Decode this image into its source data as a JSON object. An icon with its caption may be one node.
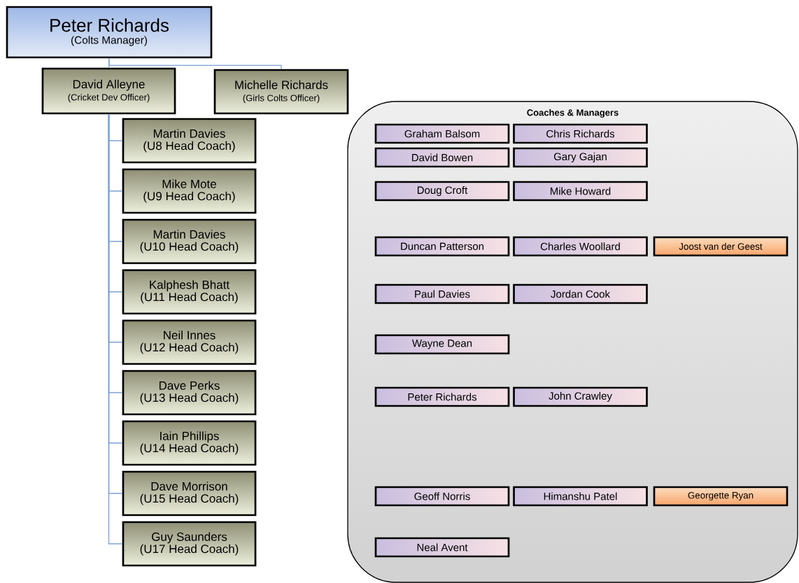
{
  "diagram": {
    "nodes": [
      {
        "text": [
          "Peter Richards",
          "(Colts Manager)"
        ]
      },
      {
        "text": [
          "David Alleyne",
          "(Cricket Dev Officer)"
        ]
      },
      {
        "text": [
          "Michelle Richards",
          "(Girls Colts Officer)"
        ]
      },
      {
        "text": [
          "Martin Davies",
          "(U8 Head Coach)"
        ]
      },
      {
        "text": [
          "Mike Mote",
          "(U9 Head Coach)"
        ]
      },
      {
        "text": [
          "Martin Davies",
          "(U10 Head Coach)"
        ]
      },
      {
        "text": [
          "Kalphesh Bhatt",
          "(U11 Head Coach)"
        ]
      },
      {
        "text": [
          "Neil Innes",
          "(U12 Head Coach)"
        ]
      },
      {
        "text": [
          "Dave Perks",
          "(U13 Head Coach)"
        ]
      },
      {
        "text": [
          "Iain Phillips",
          "(U14 Head Coach)"
        ]
      },
      {
        "text": [
          "Dave Morrison",
          "(U15 Head Coach)"
        ]
      },
      {
        "text": [
          "Guy Saunders",
          "(U17 Head Coach)"
        ]
      },
      {
        "text": [
          "Coaches & Managers"
        ]
      },
      {
        "text": [
          "Graham Balsom"
        ],
        "in": 12
      },
      {
        "text": [
          "Chris Richards"
        ],
        "in": 12
      },
      {
        "text": [
          "David Bowen"
        ],
        "in": 12
      },
      {
        "text": [
          "Gary Gajan"
        ],
        "in": 12
      },
      {
        "text": [
          "Doug Croft"
        ],
        "in": 12
      },
      {
        "text": [
          "Mike Howard"
        ],
        "in": 12
      },
      {
        "text": [
          "Duncan Patterson"
        ],
        "in": 12
      },
      {
        "text": [
          "Charles Woollard"
        ],
        "in": 12
      },
      {
        "text": [
          "Joost van der Geest"
        ],
        "in": 12
      },
      {
        "text": [
          "Paul Davies"
        ],
        "in": 12
      },
      {
        "text": [
          "Jordan Cook"
        ],
        "in": 12
      },
      {
        "text": [
          "Wayne Dean"
        ],
        "in": 12
      },
      {
        "text": [
          "Peter Richards"
        ],
        "in": 12
      },
      {
        "text": [
          "John Crawley"
        ],
        "in": 12
      },
      {
        "text": [
          "Geoff Norris"
        ],
        "in": 12
      },
      {
        "text": [
          "Himanshu Patel"
        ],
        "in": 12
      },
      {
        "text": [
          "Georgette Ryan"
        ],
        "in": 12
      },
      {
        "text": [
          "Neal Avent"
        ],
        "in": 12
      }
    ],
    "edges": [
      {
        "from": 0,
        "to": 1,
        "arrow": "none"
      },
      {
        "from": 0,
        "to": 2,
        "arrow": "none"
      },
      {
        "from": 1,
        "to": 3,
        "arrow": "none"
      },
      {
        "from": 1,
        "to": 4,
        "arrow": "none"
      },
      {
        "from": 1,
        "to": 5,
        "arrow": "none"
      },
      {
        "from": 1,
        "to": 6,
        "arrow": "none"
      },
      {
        "from": 1,
        "to": 7,
        "arrow": "none"
      },
      {
        "from": 1,
        "to": 8,
        "arrow": "none"
      },
      {
        "from": 1,
        "to": 9,
        "arrow": "none"
      },
      {
        "from": 1,
        "to": 10,
        "arrow": "none"
      },
      {
        "from": 1,
        "to": 11,
        "arrow": "none"
      }
    ]
  }
}
